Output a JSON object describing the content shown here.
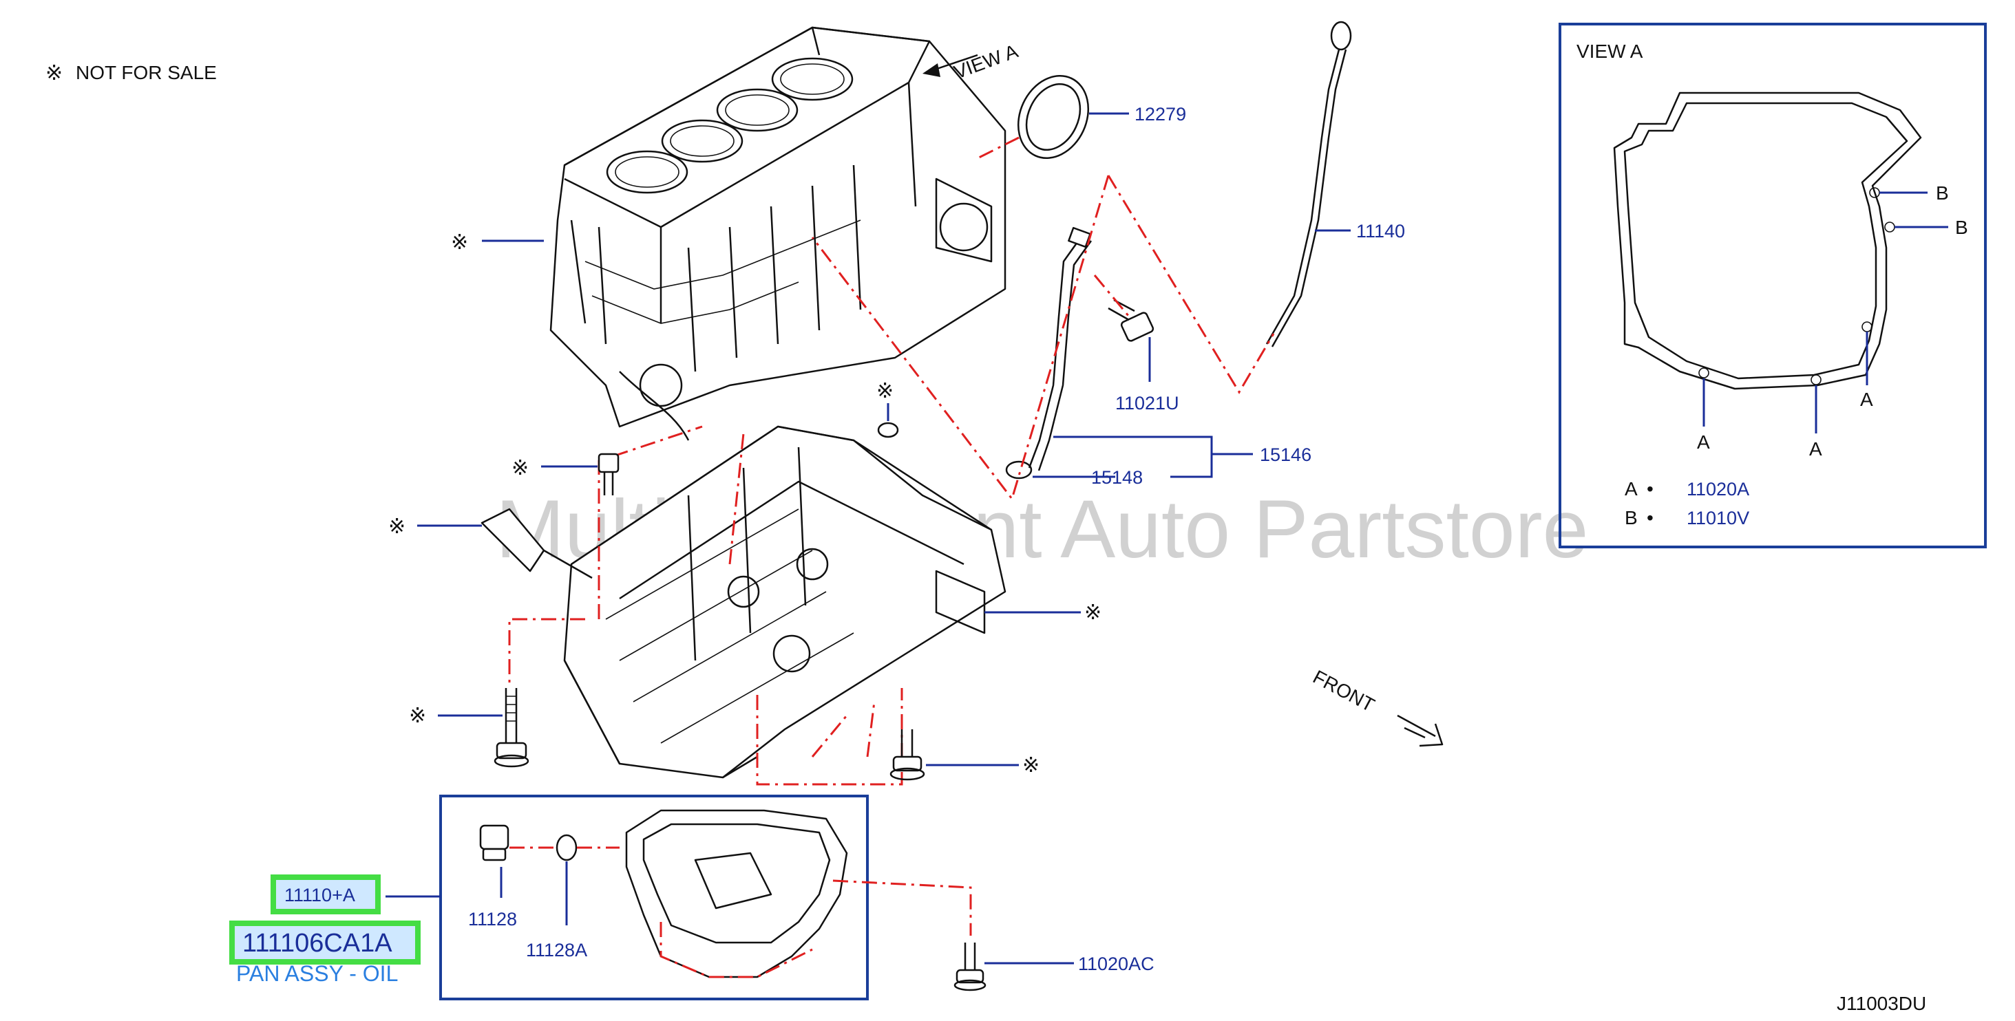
{
  "header": {
    "not_for_sale_symbol": "※",
    "not_for_sale_text": "NOT  FOR  SALE"
  },
  "watermark": "Multi-Merchant Auto Partstore",
  "view_a_arrow_label": "VIEW  A",
  "front_label": "FRONT",
  "not_for_sale_mark": "※",
  "parts": {
    "p12279": "12279",
    "p11140": "11140",
    "p11021U": "11021U",
    "p15146": "15146",
    "p15148": "15148",
    "p11128": "11128",
    "p11128A": "11128A",
    "p11020AC": "11020AC"
  },
  "highlight": {
    "code_small": "11110+A",
    "code_big": "111106CA1A",
    "name": "PAN ASSY - OIL"
  },
  "inset": {
    "title": "VIEW   A",
    "callout_a": "A",
    "callout_b": "B",
    "legend": [
      {
        "key": "A",
        "dot": "•",
        "part": "11020A"
      },
      {
        "key": "B",
        "dot": "•",
        "part": "11010V"
      }
    ]
  },
  "diagram_code": "J11003DU",
  "colors": {
    "label_blue": "#1a2e99",
    "dash_red": "#e02020",
    "highlight_green": "#44dd44",
    "highlight_fill": "#cfe8ff",
    "pan_name_blue": "#2a7fe0"
  }
}
